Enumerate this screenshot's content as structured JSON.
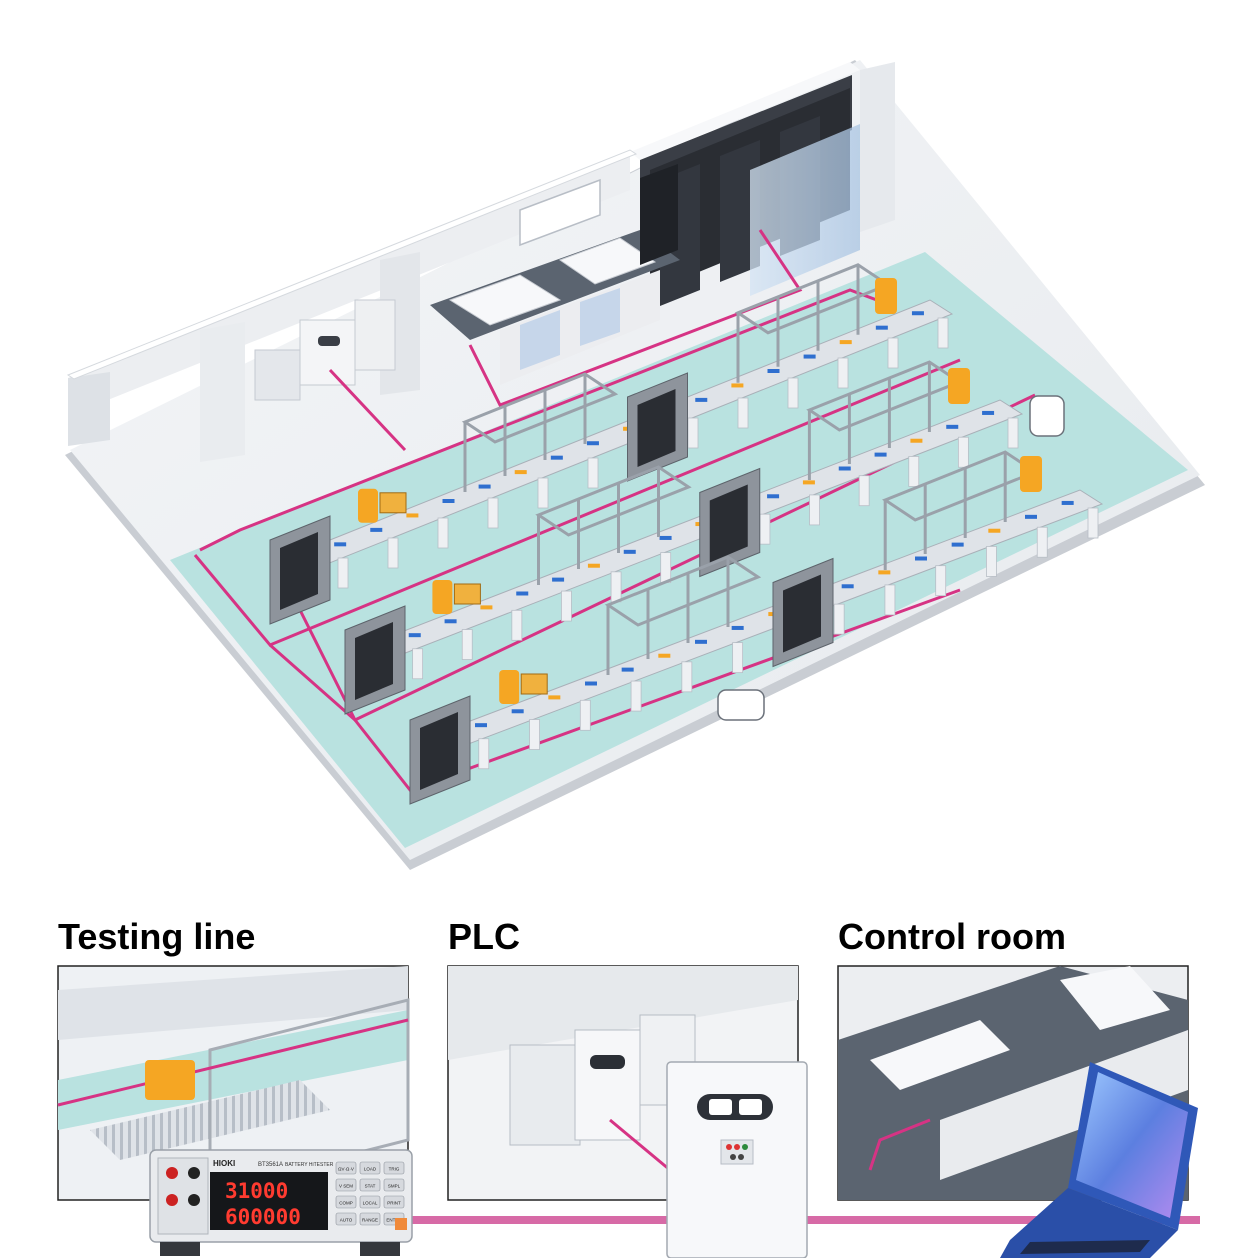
{
  "panels": [
    {
      "title": "Testing line"
    },
    {
      "title": "PLC"
    },
    {
      "title": "Control room"
    }
  ],
  "instrument": {
    "brand": "HIOKI",
    "model": "BT3561A",
    "model_desc": "BATTERY HiTESTER",
    "display_resistance": "31000",
    "display_voltage": "600000",
    "keys": [
      "ΩV·Ω·V",
      "LOAD",
      "TRIG",
      "V SEM",
      "STAT",
      "SMPL",
      "COMP",
      "LOCAL",
      "PRINT",
      "AUTO",
      "RANGE",
      "ENTER"
    ]
  },
  "colors": {
    "floor": "#b9e2e0",
    "cable": "#d63384",
    "robot": "#f5a623",
    "wall": "#f4f5f7",
    "server": "#2a2d33",
    "laptop": "#2f58b8"
  }
}
